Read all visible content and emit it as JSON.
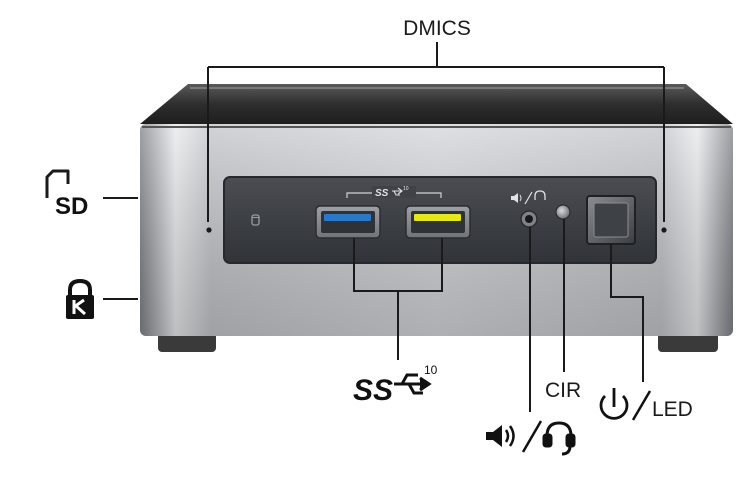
{
  "labels": {
    "dmics": "DMICS",
    "sd": "SD",
    "cir": "CIR",
    "led": "LED",
    "usb_brand": "SS",
    "usb_speed": "10",
    "panel_usb_brand": "SS",
    "panel_usb_speed": "10"
  },
  "icons": {
    "sd_card": "sd-card-icon",
    "kensington_lock": "kensington-lock-icon",
    "speaker": "speaker-icon",
    "headset": "headset-icon",
    "power": "power-icon",
    "usb_trident": "usb-trident-icon",
    "drive_activity": "drive-activity-icon"
  },
  "colors": {
    "usb_port_left": "#2a78c8",
    "usb_port_right": "#e6e61e",
    "chassis_top": "#3c3c3c",
    "chassis_front": "#c4c7cb",
    "panel": "#3f4247",
    "leader_lines": "#1a1a1a"
  }
}
